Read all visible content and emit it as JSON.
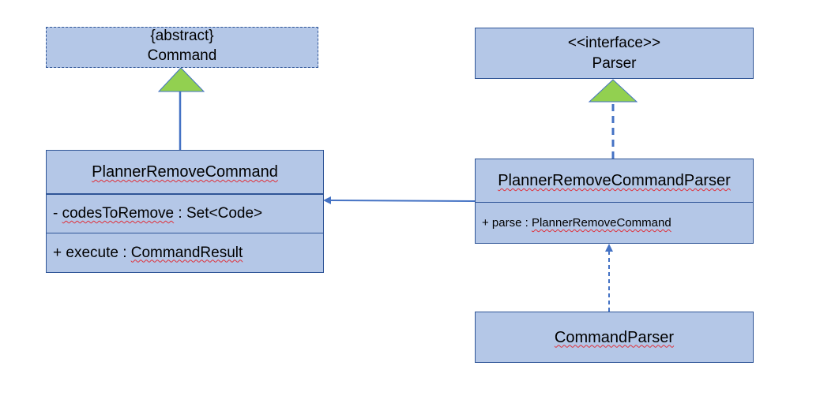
{
  "command": {
    "stereotype": "{abstract}",
    "name": "Command"
  },
  "parser": {
    "stereotype": "<<interface>>",
    "name": "Parser"
  },
  "planner_remove_command": {
    "name": "PlannerRemoveCommand",
    "attribute_prefix": "- ",
    "attribute_name": "codesToRemove",
    "attribute_type": " : Set<Code>",
    "method_prefix": "+ execute : ",
    "method_type": "CommandResult"
  },
  "planner_remove_command_parser": {
    "name": "PlannerRemoveCommandParser",
    "method_prefix": "+ parse : ",
    "method_type": "PlannerRemoveCommand"
  },
  "command_parser": {
    "name": "CommandParser"
  },
  "colors": {
    "box_fill": "#b4c7e7",
    "box_border": "#2f5597",
    "arrow": "#4472c4",
    "triangle_fill": "#92d050",
    "spellcheck": "#e0303a"
  }
}
